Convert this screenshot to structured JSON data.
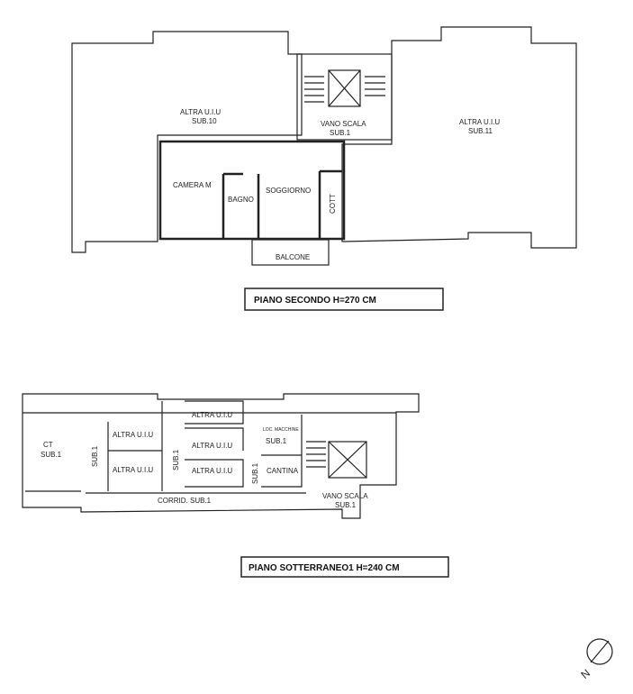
{
  "upper_plan": {
    "title": "PIANO SECONDO H=270 CM",
    "rooms": {
      "altra_sub10": "ALTRA U.I.U",
      "sub10": "SUB.10",
      "altra_sub11": "ALTRA U.I.U",
      "sub11": "SUB.11",
      "vano_scala": "VANO SCALA",
      "vano_sub": "SUB.1",
      "camera": "CAMERA M",
      "bagno": "BAGNO",
      "soggiorno": "SOGGIORNO",
      "cott": "COTT",
      "balcone": "BALCONE"
    }
  },
  "lower_plan": {
    "title": "PIANO SOTTERRANEO1 H=240 CM",
    "rooms": {
      "ct": "CT",
      "ct_sub": "SUB.1",
      "sub1_a": "SUB.1",
      "altra1": "ALTRA U.I.U",
      "altra2": "ALTRA U.I.U",
      "sub1_b": "SUB.1",
      "altra3": "ALTRA U.I.U",
      "altra4": "ALTRA U.I.U",
      "altra5": "ALTRA U.I.U",
      "loc": "LOC. MACCHINE",
      "loc_sub": "SUB.1",
      "sub1_c": "SUB.1",
      "cantina": "CANTINA",
      "corridoio": "CORRID. SUB.1",
      "vano_scala": "VANO SCALA",
      "vano_sub": "SUB.1"
    }
  },
  "north_label": "N"
}
